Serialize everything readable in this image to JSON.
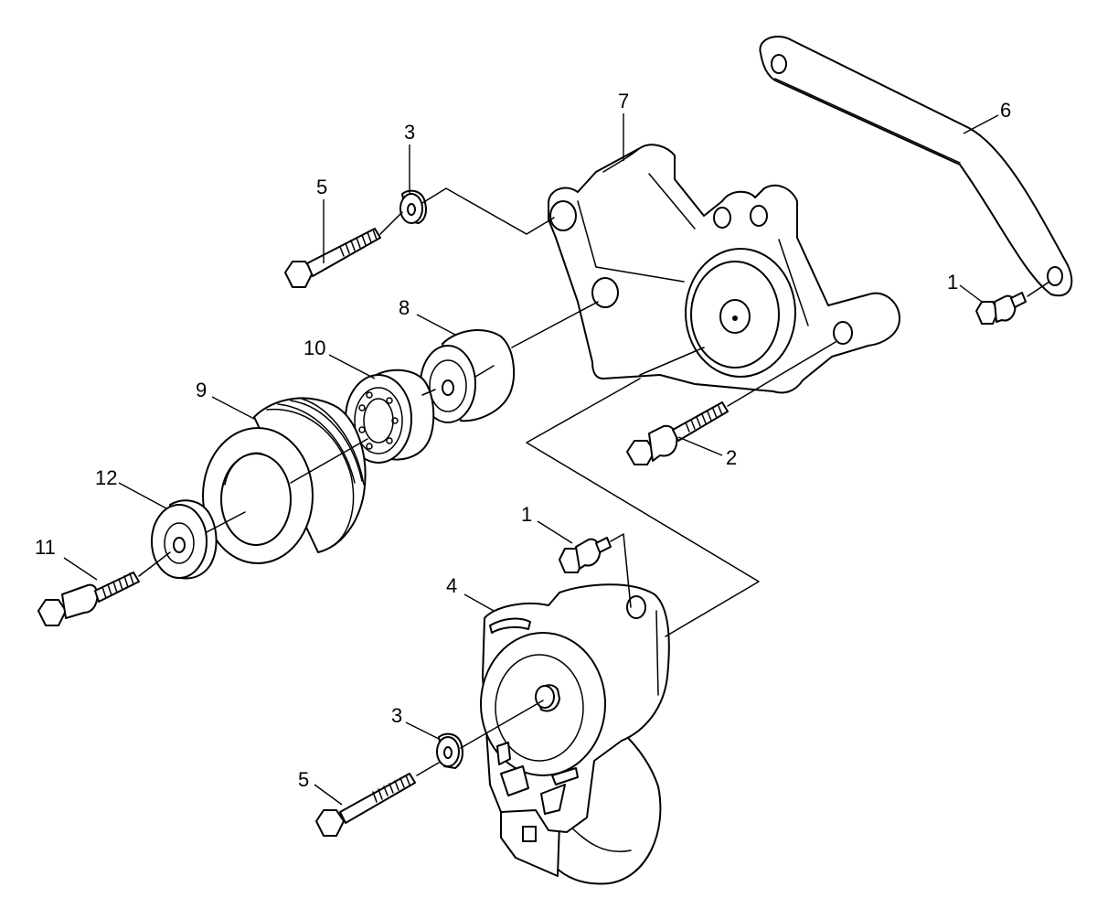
{
  "callouts": {
    "c1_right": "1",
    "c1_mid": "1",
    "c2": "2",
    "c3_top": "3",
    "c3_bottom": "3",
    "c4": "4",
    "c5_top": "5",
    "c5_bottom": "5",
    "c6": "6",
    "c7": "7",
    "c8": "8",
    "c9": "9",
    "c10": "10",
    "c11": "11",
    "c12": "12"
  },
  "colors": {
    "line": "#000000",
    "background": "#ffffff"
  }
}
